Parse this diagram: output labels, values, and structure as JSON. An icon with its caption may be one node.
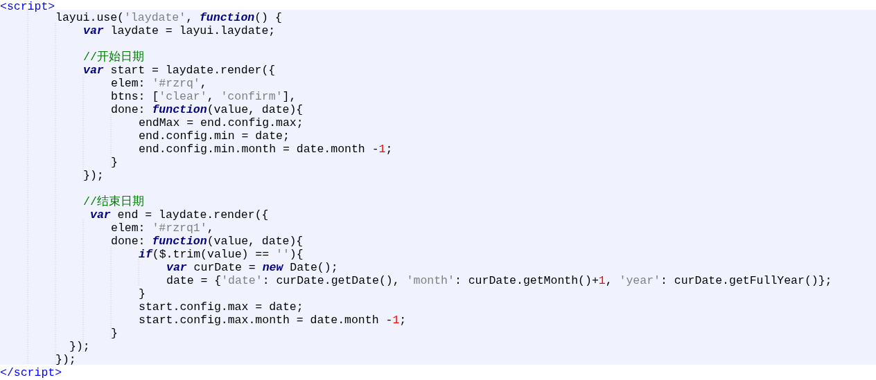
{
  "diagram": {
    "labels": [
      "<script>",
      "layui.use('laydate', *function*() {",
      "*var* laydate = layui.laydate;",
      "//开始日期",
      "*var* start = laydate.render({",
      "elem: '#rzrq',",
      "btns: ['clear', 'confirm'],",
      "done: *function*(value, date){",
      "endMax = end.config.max;",
      "end.config.min = date;",
      "end.config.min.month = date.month -1;",
      "}",
      "});",
      "//结束日期",
      "*var* end = laydate.render({",
      "elem: '#rzrq1',",
      "done: *function*(value, date){",
      "*if*($.trim(value) == ''){",
      "*var* curDate = *new* Date();",
      "date = {'date': curDate.getDate(), 'month': curDate.getMonth()+1, 'year': curDate.getFullYear()};",
      "}",
      "start.config.max = date;",
      "start.config.max.month = date.month -1;",
      "}",
      "});",
      "});",
      "</script>"
    ]
  }
}
